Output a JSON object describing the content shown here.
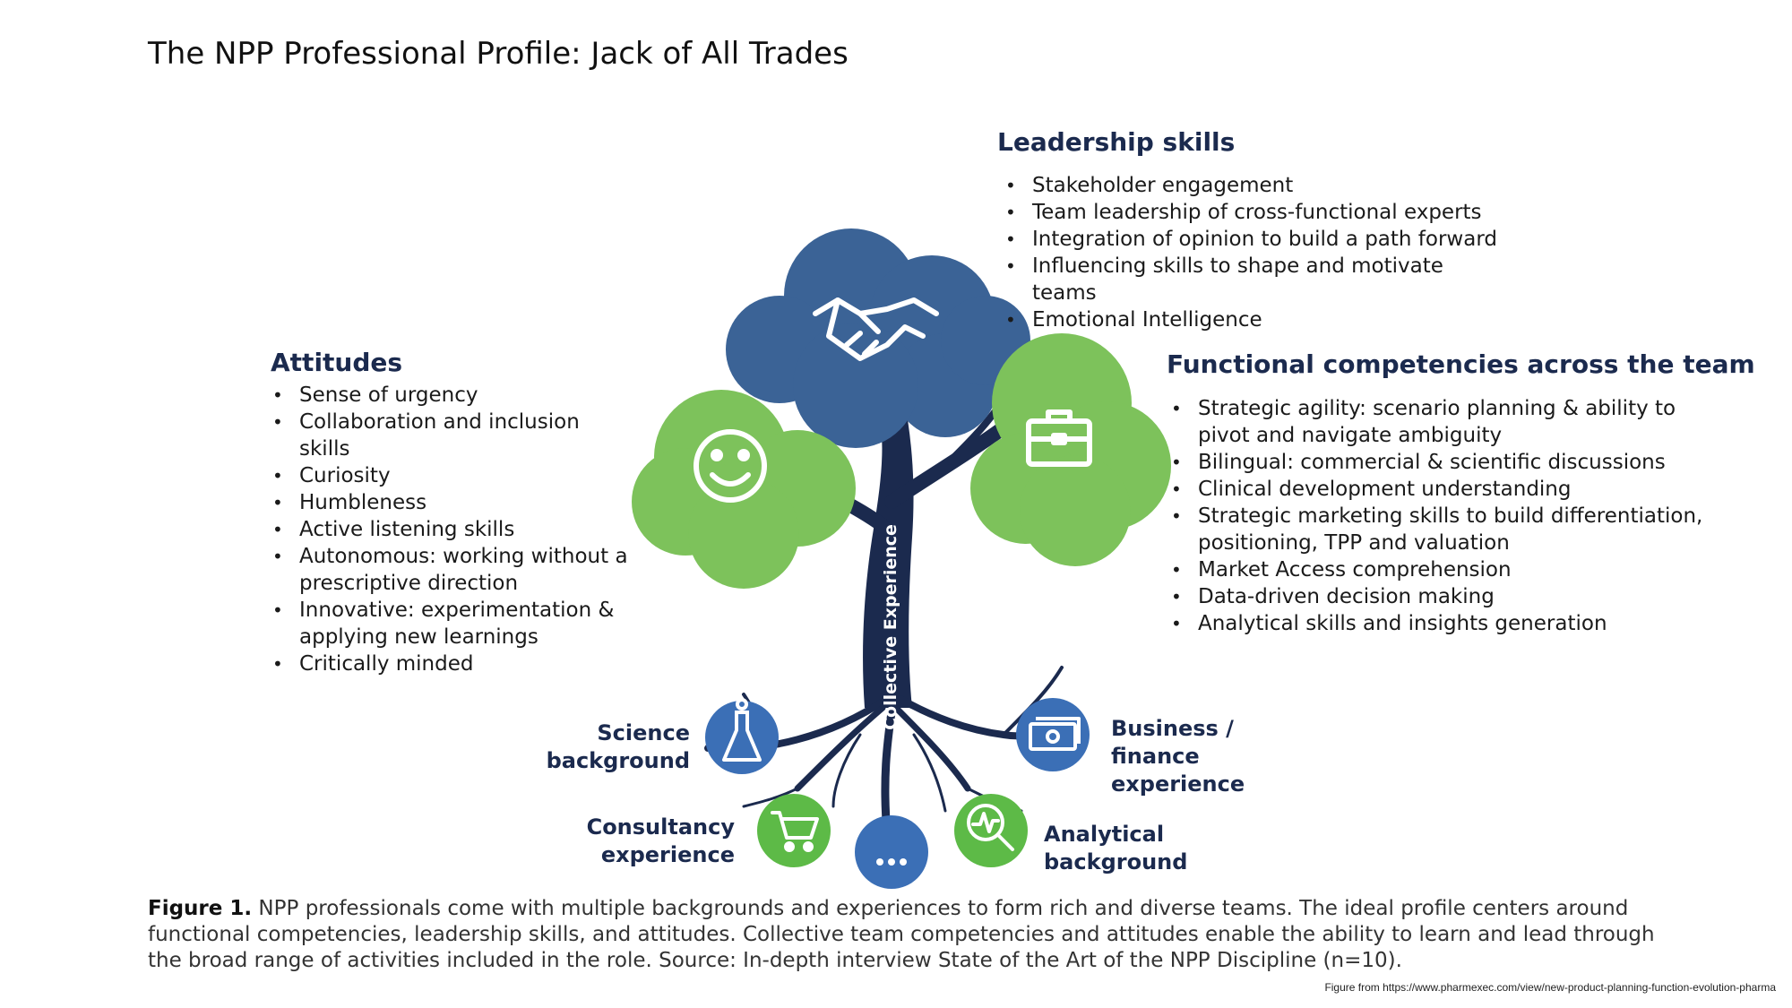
{
  "title": "The NPP Professional Profile: Jack of All Trades",
  "leadership": {
    "heading": "Leadership skills",
    "items": [
      "Stakeholder engagement",
      "Team leadership of cross-functional experts",
      "Integration of opinion to build a path forward",
      "Influencing skills to shape and motivate teams",
      "Emotional Intelligence"
    ]
  },
  "attitudes": {
    "heading": "Attitudes",
    "items": [
      "Sense of urgency",
      "Collaboration and inclusion  skills",
      "Curiosity",
      "Humbleness",
      "Active listening skills",
      "Autonomous: working without a prescriptive direction",
      "Innovative: experimentation & applying new learnings",
      "Critically minded"
    ]
  },
  "functional": {
    "heading": "Functional competencies across the team",
    "items": [
      "Strategic agility: scenario planning & ability to pivot and navigate ambiguity",
      "Bilingual: commercial & scientific discussions",
      "Clinical development understanding",
      "Strategic marketing skills to build differentiation, positioning, TPP and valuation",
      "Market Access comprehension",
      "Data-driven decision making",
      "Analytical skills and insights generation"
    ]
  },
  "trunk_label": "Collective Experience",
  "roots": {
    "science": "Science background",
    "consultancy": "Consultancy experience",
    "business": "Business / finance experience",
    "analytical": "Analytical background",
    "more": "..."
  },
  "caption": {
    "label": "Figure 1.",
    "text": " NPP professionals come with multiple backgrounds and experiences to form rich and diverse teams. The ideal profile centers around functional competencies, leadership skills, and attitudes. Collective team competencies and attitudes enable the ability to learn and lead through the broad range of activities included in the role. Source: In-depth interview State of the Art of the NPP Discipline (n=10)."
  },
  "source_note": "Figure from https://www.pharmexec.com/view/new-product-planning-function-evolution-pharma",
  "colors": {
    "navy": "#1b2a4e",
    "blue_canopy": "#3b6396",
    "light_green": "#7dc25b",
    "mid_green": "#6cbb3c",
    "icon_blue": "#3b6fb6",
    "icon_green": "#5dba47"
  },
  "icons": {
    "leadership": "handshake-icon",
    "attitudes": "smiley-icon",
    "functional": "briefcase-icon",
    "science": "flask-icon",
    "consultancy": "cart-icon",
    "more": "ellipsis-icon",
    "analytical": "magnifier-chart-icon",
    "business": "money-icon"
  }
}
